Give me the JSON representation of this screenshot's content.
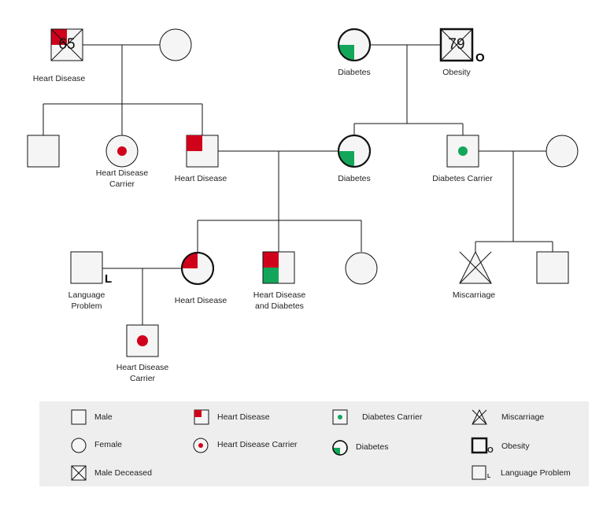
{
  "colors": {
    "heart": "#d0021b",
    "diabetes": "#13a65a",
    "line": "#111111",
    "fill": "#f5f5f5",
    "legend_bg": "#eeeeee"
  },
  "people": {
    "gp1_male": {
      "age": "65",
      "label": "Heart Disease"
    },
    "gp1_female": {
      "label": ""
    },
    "gp2_female": {
      "label": "Diabetes"
    },
    "gp2_male": {
      "age": "79",
      "label": "Obesity",
      "tag": "O"
    },
    "p_son1": {
      "label": ""
    },
    "p_daughter_carrier": {
      "label": "Heart Disease\nCarrier"
    },
    "p_son_heart": {
      "label": "Heart Disease"
    },
    "p_wife_diabetes": {
      "label": "Diabetes"
    },
    "p_son_dcarrier": {
      "label": "Diabetes Carrier"
    },
    "p_wife2": {
      "label": ""
    },
    "c_male_lang": {
      "label": "Language\nProblem",
      "tag": "L"
    },
    "c_female_heart": {
      "label": "Heart Disease"
    },
    "c_male_both": {
      "label": "Heart Disease\nand Diabetes"
    },
    "c_female_plain": {
      "label": ""
    },
    "c_miscarriage": {
      "label": "Miscarriage"
    },
    "c_male_plain": {
      "label": ""
    },
    "gc_carrier": {
      "label": "Heart Disease\nCarrier"
    }
  },
  "legend": {
    "male": "Male",
    "female": "Female",
    "male_deceased": "Male Deceased",
    "heart_disease": "Heart Disease",
    "heart_disease_carrier": "Heart Disease Carrier",
    "diabetes_carrier": "Diabetes Carrier",
    "diabetes": "Diabetes",
    "miscarriage": "Miscarriage",
    "obesity": "Obesity",
    "obesity_tag": "O",
    "language_problem": "Language Problem",
    "language_tag": "L"
  }
}
